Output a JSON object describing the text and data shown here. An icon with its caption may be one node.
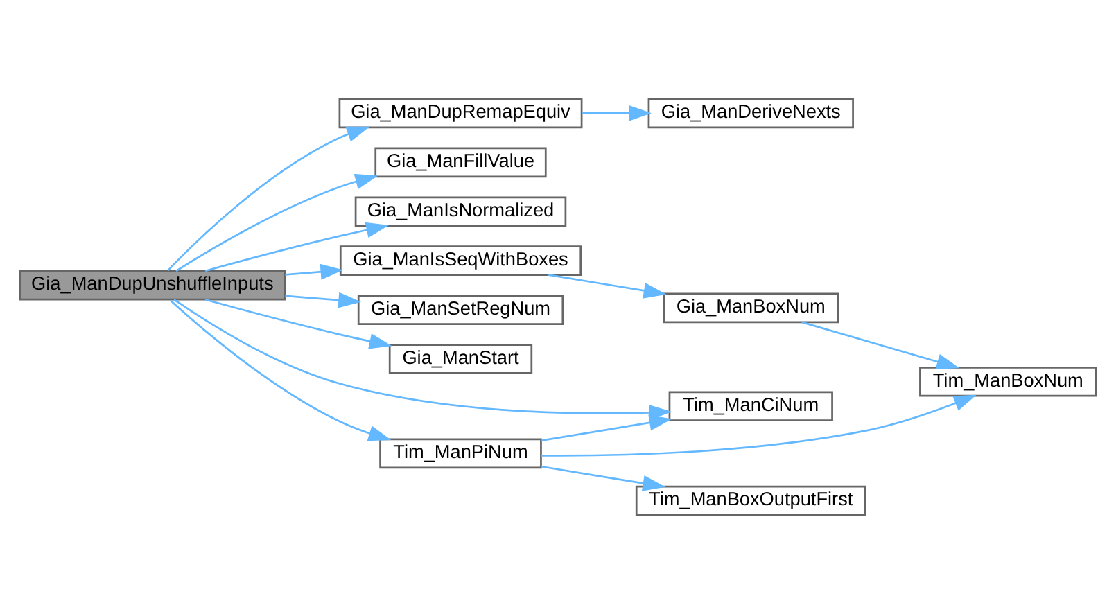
{
  "diagram": {
    "nodes": [
      {
        "text": [
          "Gia_ManDupUnshuffleInputs"
        ]
      },
      {
        "text": [
          "Gia_ManDupRemapEquiv"
        ]
      },
      {
        "text": [
          "Gia_ManDeriveNexts"
        ]
      },
      {
        "text": [
          "Gia_ManFillValue"
        ]
      },
      {
        "text": [
          "Gia_ManIsNormalized"
        ]
      },
      {
        "text": [
          "Gia_ManIsSeqWithBoxes"
        ]
      },
      {
        "text": [
          "Gia_ManBoxNum"
        ]
      },
      {
        "text": [
          "Tim_ManBoxNum"
        ]
      },
      {
        "text": [
          "Gia_ManSetRegNum"
        ]
      },
      {
        "text": [
          "Gia_ManStart"
        ]
      },
      {
        "text": [
          "Tim_ManCiNum"
        ]
      },
      {
        "text": [
          "Tim_ManPiNum"
        ]
      },
      {
        "text": [
          "Tim_ManBoxOutputFirst"
        ]
      }
    ],
    "edges": [
      {
        "from": 0,
        "to": 1,
        "arrow": "to"
      },
      {
        "from": 1,
        "to": 2,
        "arrow": "to"
      },
      {
        "from": 0,
        "to": 3,
        "arrow": "to"
      },
      {
        "from": 0,
        "to": 4,
        "arrow": "to"
      },
      {
        "from": 0,
        "to": 5,
        "arrow": "to"
      },
      {
        "from": 5,
        "to": 6,
        "arrow": "to"
      },
      {
        "from": 6,
        "to": 7,
        "arrow": "to"
      },
      {
        "from": 0,
        "to": 8,
        "arrow": "to"
      },
      {
        "from": 0,
        "to": 9,
        "arrow": "to"
      },
      {
        "from": 0,
        "to": 10,
        "arrow": "to"
      },
      {
        "from": 0,
        "to": 11,
        "arrow": "to"
      },
      {
        "from": 11,
        "to": 10,
        "arrow": "to"
      },
      {
        "from": 11,
        "to": 7,
        "arrow": "to"
      },
      {
        "from": 11,
        "to": 12,
        "arrow": "to"
      }
    ]
  }
}
